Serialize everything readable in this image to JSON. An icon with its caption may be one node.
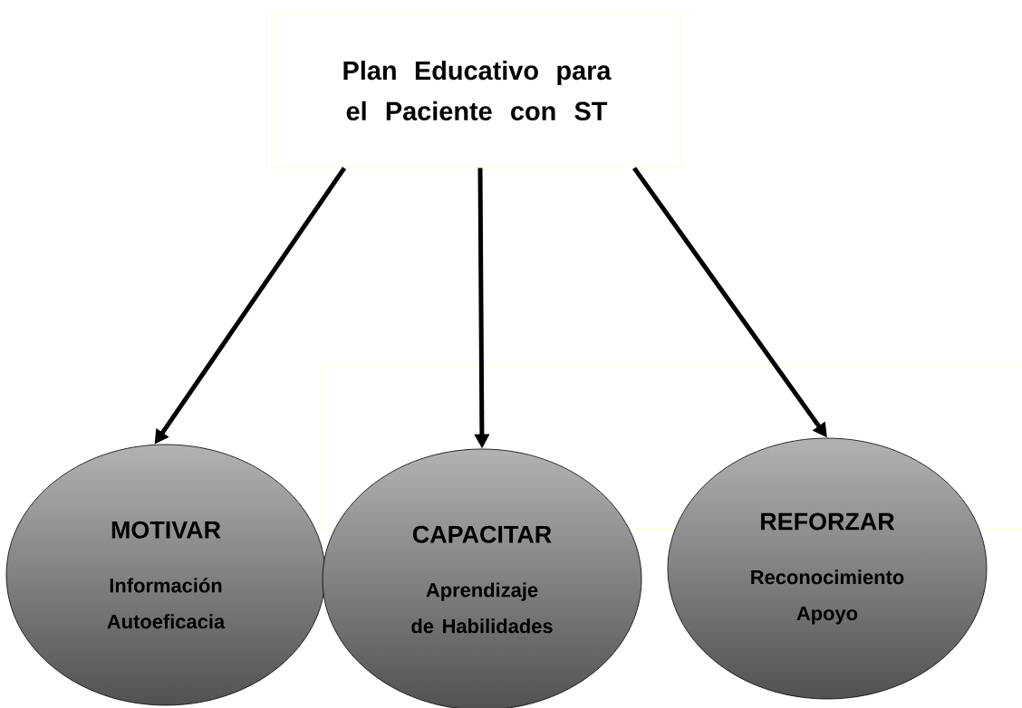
{
  "diagram": {
    "nodes": [
      {
        "text": [
          "Plan Educativo para el Paciente con ST"
        ]
      },
      {
        "text": [
          "MOTIVAR",
          "Información Autoeficacia"
        ]
      },
      {
        "text": [
          "CAPACITAR",
          "Aprendizaje de Habilidades"
        ]
      },
      {
        "text": [
          "REFORZAR",
          "Reconocimiento Apoyo"
        ]
      }
    ],
    "edges": [
      {
        "from": 0,
        "to": 1,
        "arrow": "to"
      },
      {
        "from": 0,
        "to": 2,
        "arrow": "to"
      },
      {
        "from": 0,
        "to": 3,
        "arrow": "to"
      }
    ]
  }
}
